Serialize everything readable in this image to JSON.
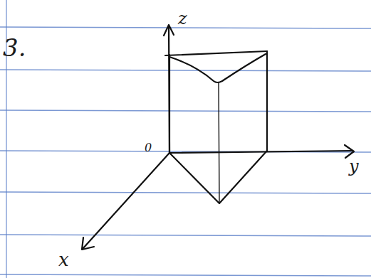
{
  "diagram": {
    "labels": [
      "3.",
      "z",
      "y",
      "x",
      "0"
    ]
  }
}
